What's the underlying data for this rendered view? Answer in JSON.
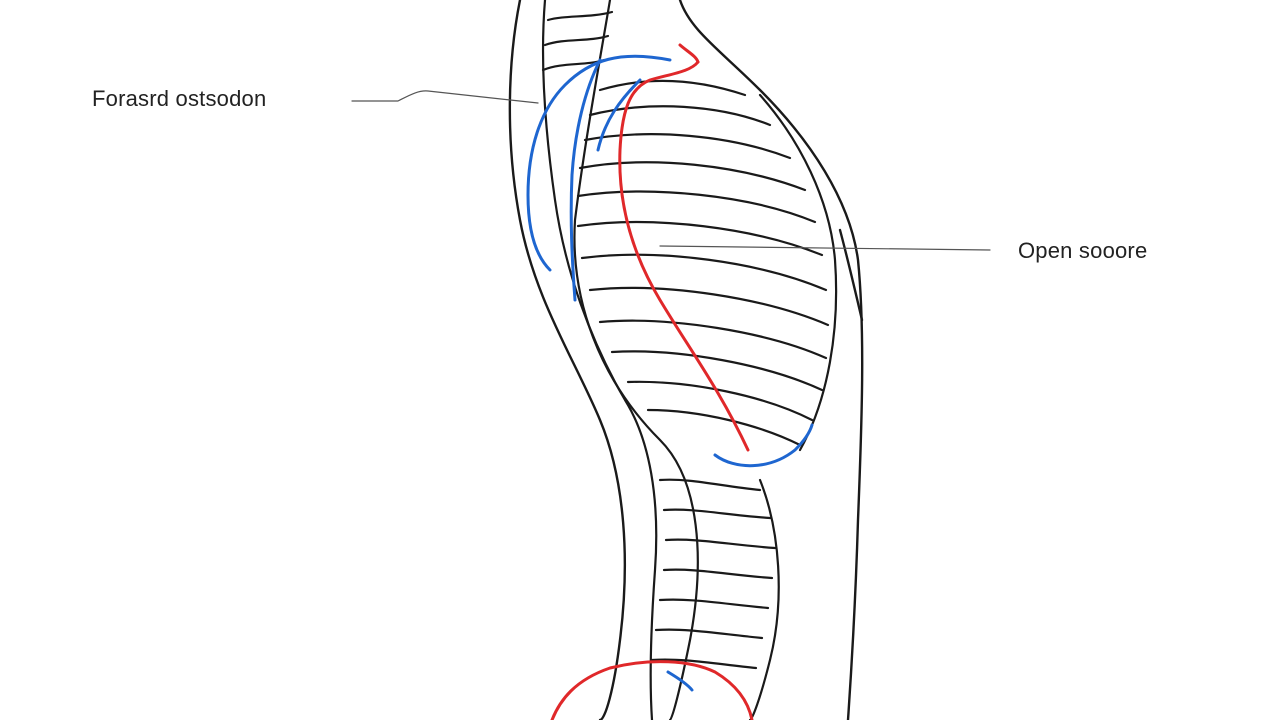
{
  "labels": {
    "left": "Forasrd ostsodon",
    "right": "Open sooore"
  },
  "colors": {
    "outline": "#1a1a1a",
    "artery": "#e0282a",
    "vein": "#1e66d0",
    "leader": "#555555"
  },
  "figure": {
    "subject": "lateral view of human torso with ribcage and spine",
    "icons": [
      "ribcage-outline",
      "spine-outline",
      "artery-line",
      "vein-line"
    ]
  }
}
